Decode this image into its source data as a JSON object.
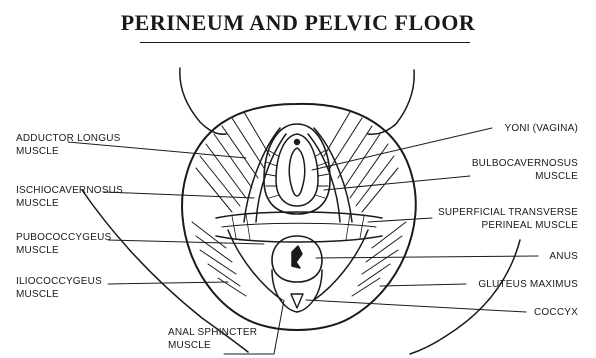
{
  "title": "PERINEUM AND PELVIC FLOOR",
  "labels_left": {
    "adductor_longus": "ADDUCTOR LONGUS\nMUSCLE",
    "ischiocavernosus": "ISCHIOCAVERNOSUS\nMUSCLE",
    "pubococcygeus": "PUBOCOCCYGEUS\nMUSCLE",
    "iliococcygeus": "ILIOCOCCYGEUS\nMUSCLE",
    "anal_sphincter": "ANAL SPHINCTER\nMUSCLE"
  },
  "labels_right": {
    "yoni": "YONI (VAGINA)",
    "bulbocavernosus": "BULBOCAVERNOSUS\nMUSCLE",
    "superficial_transverse": "SUPERFICIAL TRANSVERSE\nPERINEAL MUSCLE",
    "anus": "ANUS",
    "gluteus_maximus": "GLUTEUS MAXIMUS",
    "coccyx": "COCCYX"
  }
}
